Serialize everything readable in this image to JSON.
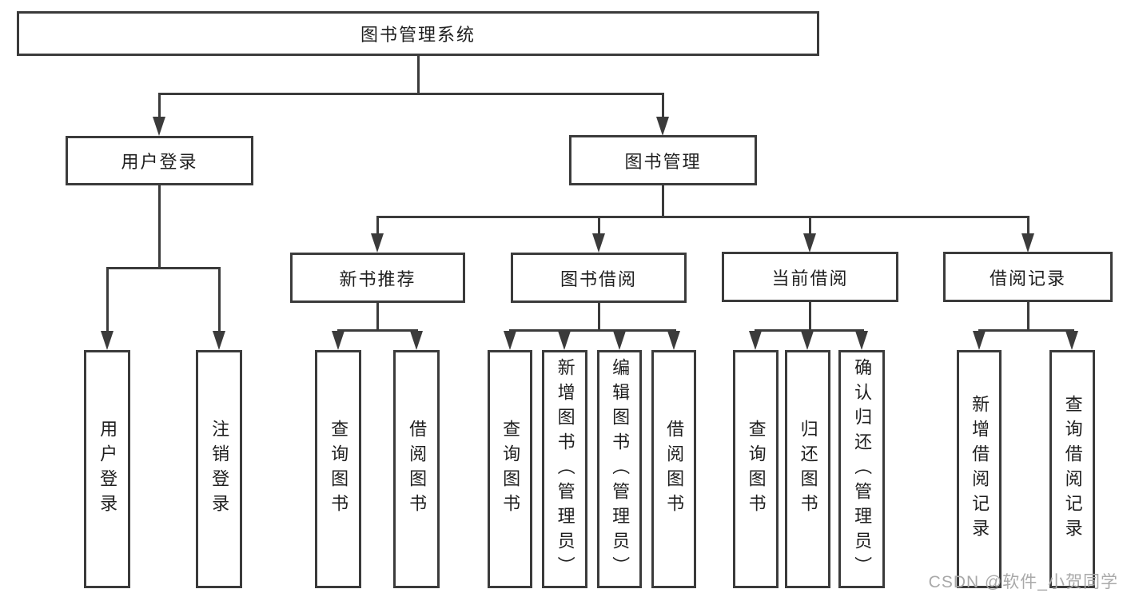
{
  "tree": {
    "root": {
      "label": "图书管理系统"
    },
    "branches": [
      {
        "label": "用户登录",
        "children": [
          {
            "label": "用户登录"
          },
          {
            "label": "注销登录"
          }
        ]
      },
      {
        "label": "图书管理",
        "children": [
          {
            "label": "新书推荐",
            "children": [
              {
                "label": "查询图书"
              },
              {
                "label": "借阅图书"
              }
            ]
          },
          {
            "label": "图书借阅",
            "children": [
              {
                "label": "查询图书"
              },
              {
                "label": "新增图书（管理员）"
              },
              {
                "label": "编辑图书（管理员）"
              },
              {
                "label": "借阅图书"
              }
            ]
          },
          {
            "label": "当前借阅",
            "children": [
              {
                "label": "查询图书"
              },
              {
                "label": "归还图书"
              },
              {
                "label": "确认归还（管理员）"
              }
            ]
          },
          {
            "label": "借阅记录",
            "children": [
              {
                "label": "新增借阅记录"
              },
              {
                "label": "查询借阅记录"
              }
            ]
          }
        ]
      }
    ]
  },
  "colors": {
    "line": "#3b3b3b",
    "box_border": "#3b3b3b",
    "text": "#1f1f1f",
    "watermark": "#a9a9a9",
    "background": "#ffffff"
  },
  "watermark": "CSDN @软件_小贺同学"
}
